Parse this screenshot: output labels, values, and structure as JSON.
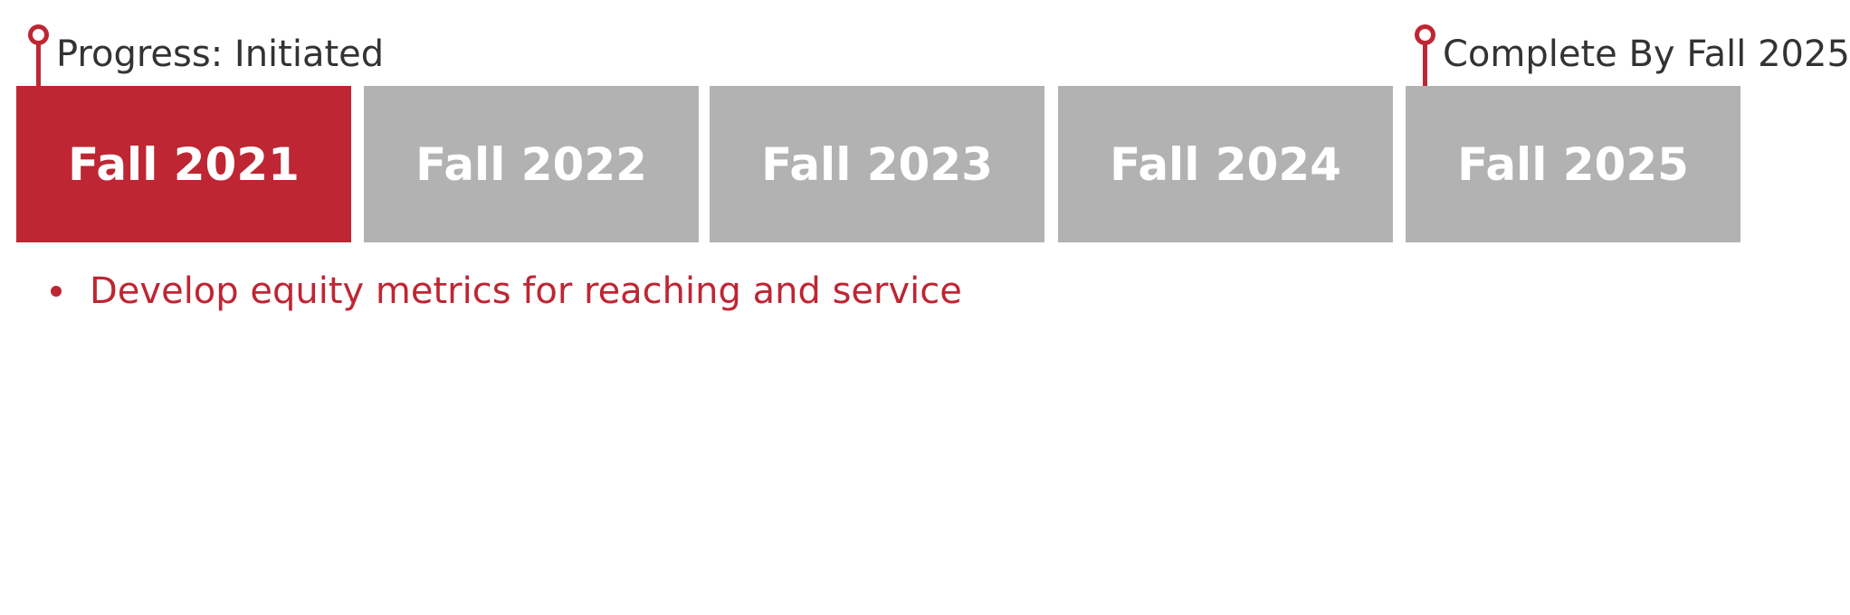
{
  "colors": {
    "accent": "#be2633",
    "inactive": "#b2b2b2",
    "segment_text": "#ffffff",
    "marker_text": "#333333"
  },
  "markers": {
    "start": {
      "label": "Progress: Initiated",
      "icon": "pin-icon"
    },
    "end": {
      "label": "Complete By Fall 2025",
      "icon": "pin-icon"
    }
  },
  "timeline": {
    "segments": [
      {
        "label": "Fall 2021",
        "active": true
      },
      {
        "label": "Fall 2022",
        "active": false
      },
      {
        "label": "Fall 2023",
        "active": false
      },
      {
        "label": "Fall 2024",
        "active": false
      },
      {
        "label": "Fall 2025",
        "active": false
      }
    ]
  },
  "bullets": [
    "Develop equity metrics for reaching and service"
  ]
}
